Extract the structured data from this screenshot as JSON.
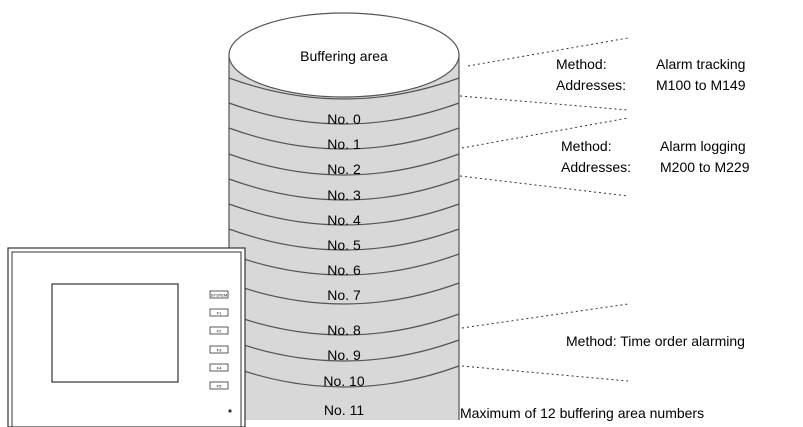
{
  "stack": {
    "top_label": "Buffering area",
    "layers": [
      "No. 0",
      "No. 1",
      "No. 2",
      "No. 3",
      "No. 4",
      "No. 5",
      "No. 6",
      "No. 7",
      "No. 8",
      "No. 9",
      "No. 10",
      "No. 11"
    ]
  },
  "notes": {
    "group1": {
      "method_label": "Method:",
      "method_value": "Alarm tracking",
      "addr_label": "Addresses:",
      "addr_value": "M100 to M149"
    },
    "group2": {
      "method_label": "Method:",
      "method_value": "Alarm logging",
      "addr_label": "Addresses:",
      "addr_value": "M200 to M229"
    },
    "group3": {
      "method": "Method: Time order alarming"
    },
    "maximum": "Maximum of 12 buffering area numbers"
  },
  "device": {
    "keys": [
      "SYSTEM",
      "F1",
      "F2",
      "F3",
      "F4",
      "F5"
    ]
  },
  "colors": {
    "disk_fill": "#d8d8d8",
    "disk_top": "#ffffff",
    "line": "#555555"
  }
}
